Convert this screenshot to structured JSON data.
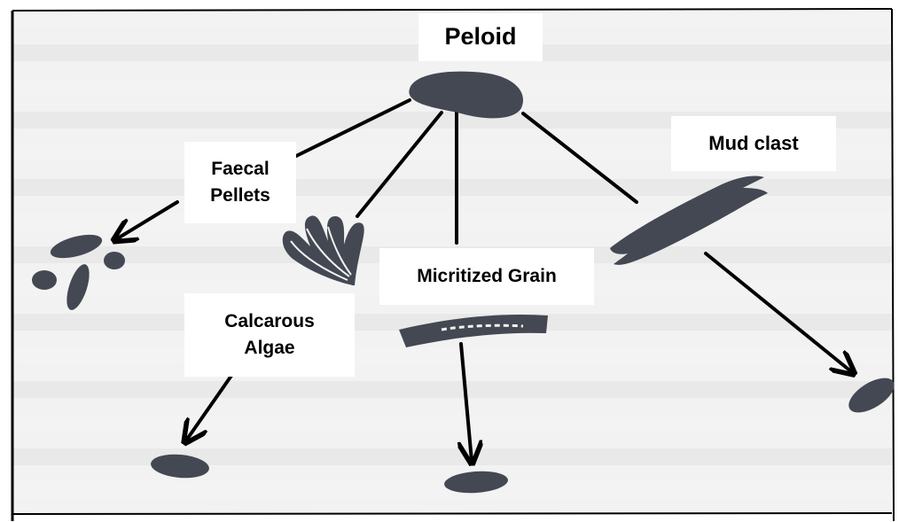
{
  "diagram": {
    "labels": {
      "peloid": "Peloid",
      "faecal_pellets": [
        "Faecal",
        "Pellets"
      ],
      "mud_clast": "Mud clast",
      "micritized_grain": "Micritized Grain",
      "calcarous_algae": [
        "Calcarous",
        "Algae"
      ]
    },
    "colors": {
      "grain_fill": "#444852",
      "arrow_stroke": "#000000",
      "background_band_light": "#f4f4f4",
      "background_band_dark": "#e6e6e6",
      "label_background": "#ffffff"
    }
  }
}
